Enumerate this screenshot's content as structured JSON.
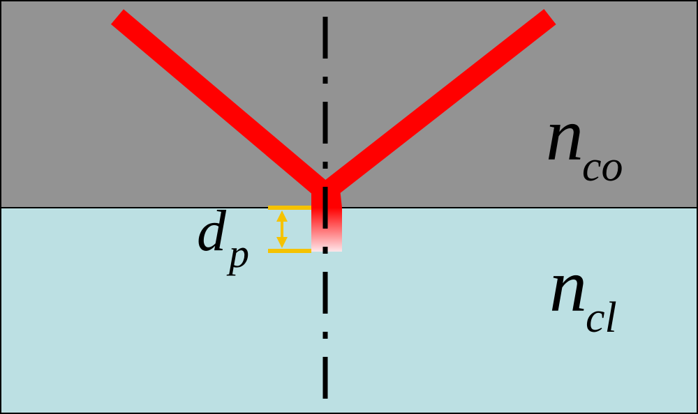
{
  "colors": {
    "core": "#939393",
    "cladding": "#bce0e3",
    "ray": "#ff0000",
    "evanescent_start": "#ff0000",
    "evanescent_end": "#ffe6ea",
    "depth_marker": "#f5c200",
    "axis": "#000000",
    "border": "#000000"
  },
  "labels": {
    "core_main": "n",
    "core_sub": "co",
    "cladding_main": "n",
    "cladding_sub": "cl",
    "depth_main": "d",
    "depth_sub": "p"
  }
}
